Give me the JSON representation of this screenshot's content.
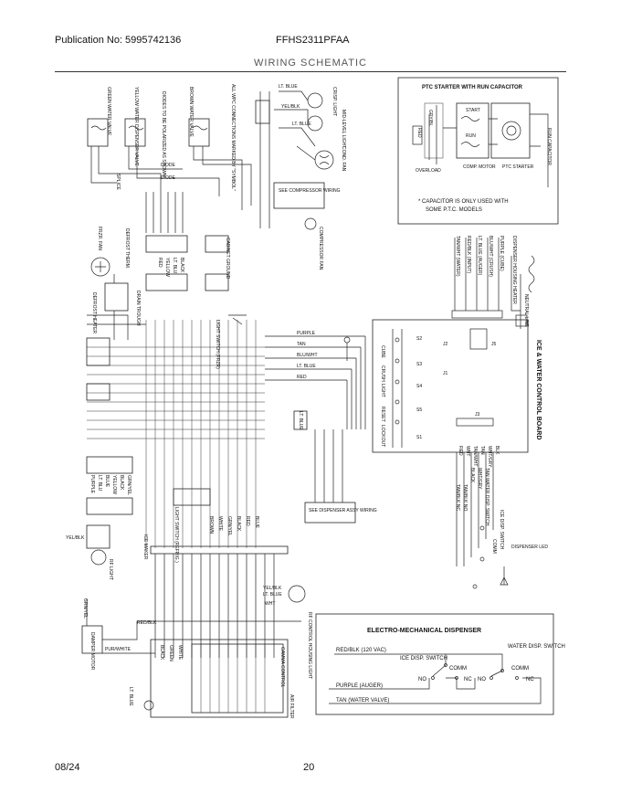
{
  "header": {
    "publication": "Publication No: 5995742136",
    "model": "FFHS2311PFAA",
    "title": "WIRING SCHEMATIC"
  },
  "footer": {
    "date": "08/24",
    "page": "20"
  },
  "ptc": {
    "title": "PTC STARTER WITH RUN CAPACITOR",
    "start": "START",
    "run": "RUN",
    "overload": "OVERLOAD",
    "comp_motor": "COMP. MOTOR",
    "ptc_starter": "PTC STARTER",
    "run_capacitor": "RUN CAPACITOR",
    "wire_gry": "GRY/BL",
    "wire_red": "RED",
    "note1": "* CAPACITOR IS ONLY USED WITH",
    "note2": "SOME P.T.C. MODELS"
  },
  "electro": {
    "title": "ELECTRO-MECHANICAL DISPENSER",
    "red_blk": "RED/BLK (120 VAC)",
    "water_switch": "WATER DISP. SWITCH",
    "ice_switch": "ICE DISP. SWITCH",
    "comm1": "COMM",
    "comm2": "COMM",
    "no1": "NO",
    "nc1": "NC",
    "no2": "NO",
    "nc2": "NC",
    "purple": "PURPLE (AUGER)",
    "tan": "TAN (WATER VALVE)"
  },
  "board": {
    "title": "ICE & WATER CONTROL BOARD",
    "neutral": "NEUTRAL LINE",
    "housing_heater": "DISPENSER HOUSING HEATER",
    "wires_top": [
      "PURPLE (CUBE)",
      "BLU/WHT (CRUSH)",
      "LT. BLUE (AUGER)",
      "RED/BLK (INPUT)",
      "TAN/WHT (WATER)"
    ],
    "buttons": [
      "CUBE",
      "CRUSH",
      "LIGHT",
      "RESET",
      "LOCKOUT"
    ],
    "connectors": [
      "J5",
      "J2",
      "J1",
      "J3"
    ],
    "switch_labels": [
      "S2",
      "S3",
      "S4",
      "S5",
      "S1"
    ],
    "led": "DISPENSER LED",
    "wires_bottom": [
      "BLK",
      "WHT/GRY",
      "TAN",
      "TAN/WHT",
      "WHT",
      "RED"
    ],
    "sw_labels": [
      "BLACK",
      "WHT/GRY",
      "TAN WATER DISP. SWITCH",
      "TAN/BLK NO",
      "TAN/BLK NC",
      "ICE DISP. SWITCH",
      "COMM"
    ]
  },
  "left": {
    "valves": [
      "GREEN WATER VALVE",
      "YELLOW WATER DISPENSER VALVE",
      "BROWN WATER VALVE"
    ],
    "diodes": "DIODES TO BE POLARIZED AS SHOWN",
    "note": "ALL WPC CONNECTIONS MARKED BY \"SYMBOL\"",
    "diode": "DIODE",
    "splice": "SPLICE",
    "comp_note": "SEE COMPRESSOR WIRING",
    "comp_fan": "COMPRESSOR FAN",
    "cabinet_ground": "CABINET GROUND",
    "defrost": "DEFROST THERM.",
    "frz_fan": "FRZR. FAN",
    "defrost_heater": "DEFROST HEATER",
    "drain": "DRAIN TROUGH",
    "light_switch1": "LIGHT SWITCH (FRZR)",
    "light_switch2": "LIGHT SWITCH (REFRIG.)",
    "ice_maker": "ICE MAKER",
    "disp_note": "SEE DISPENSER ASSY WIRING",
    "rf_control": "RF CONTROL HOUSING LIGHT",
    "damper": "DAMPER MOTOR",
    "gamma": "GAMMA CONTROL",
    "air_filter": "AIR FILTER",
    "ltblue": "LT. BLUE",
    "yelblk": "YEL/BLK",
    "ltblue2": "LT. BLUE",
    "crisper": "CRISP. LIGHT",
    "mid_light": "MID-LEVEL LIGHT",
    "cond_fan": "COND. FAN",
    "purple": "PURPLE",
    "tan": "TAN",
    "bluwht": "BLU/WHT",
    "ltblue3": "LT. BLUE",
    "red": "RED",
    "red_blk": "RED/BLK",
    "pur_wht": "PUR/WHITE",
    "grn_yel": "GRN/YEL",
    "yel_blk": "YEL/BLK",
    "wires_vert": [
      "BLACK",
      "LT. BLU",
      "YELLOW",
      "RED"
    ],
    "wires_vert2": [
      "BROWN",
      "WHITE",
      "GRN/YEL",
      "BLACK",
      "RED",
      "BLUE"
    ],
    "wires_vert3": [
      "PURPLE",
      "LT. BLU",
      "BLUE",
      "YELLOW",
      "BLACK",
      "GRN/YEL"
    ],
    "ltblue_bottom": "LT. BLUE",
    "wht": "WHT",
    "green": "GREEN",
    "blk_rt": "BLACK",
    "rf_light": "RF LIGHT",
    "white": "WHITE"
  }
}
